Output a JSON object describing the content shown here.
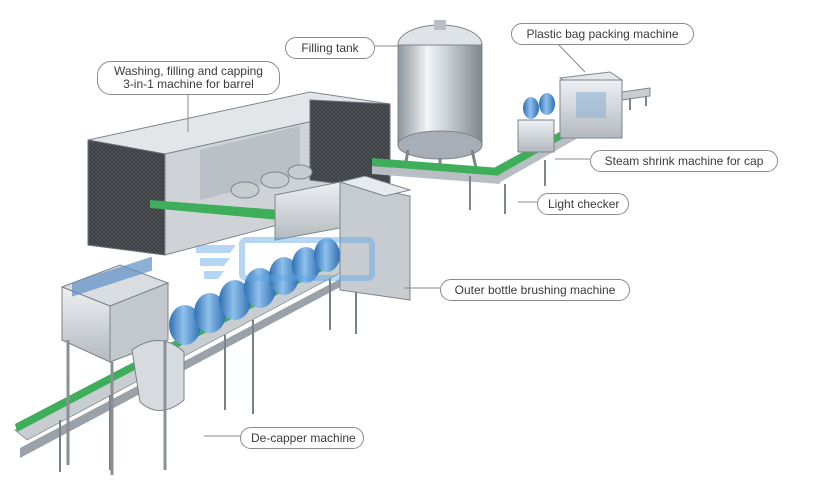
{
  "labels": {
    "filling_tank": "Filling tank",
    "plastic_bag": "Plastic bag packing machine",
    "washing_line1": "Washing, filling and capping",
    "washing_line2": "3-in-1 machine for barrel",
    "steam_shrink": "Steam shrink machine for cap",
    "light_checker": "Light checker",
    "outer_brushing": "Outer bottle brushing machine",
    "decapper": "De-capper machine"
  },
  "colors": {
    "conveyor_green": "#3fae5a",
    "steel_light": "#e4e7ea",
    "steel_mid": "#b9bec4",
    "steel_dark": "#6f757c",
    "bottle_blue": "#4a86c8",
    "label_border": "#8a8a8a",
    "watermark": "#5aa6e6"
  }
}
